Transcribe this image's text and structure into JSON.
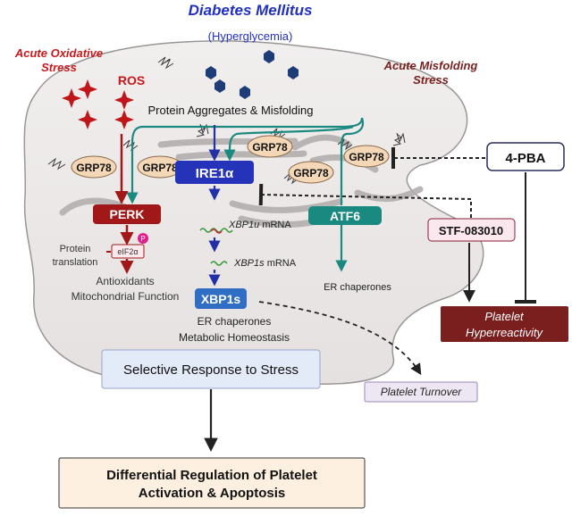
{
  "header": {
    "disease": "Diabetes Mellitus",
    "condition": "(Hyperglycemia)"
  },
  "stress": {
    "oxidative_line1": "Acute Oxidative",
    "oxidative_line2": "Stress",
    "misfolding_line1": "Acute Misfolding",
    "misfolding_line2": "Stress",
    "ros": "ROS",
    "aggregates": "Protein Aggregates & Misfolding"
  },
  "chaperones": {
    "grp78": "GRP78"
  },
  "sensors": {
    "perk": "PERK",
    "ire1": "IRE1α",
    "atf6": "ATF6"
  },
  "perk_branch": {
    "protein_translation_line1": "Protein",
    "protein_translation_line2": "translation",
    "eif2a": "eIF2α",
    "phospho": "P",
    "antioxidants": "Antioxidants",
    "mito_function": "Mitochondrial Function"
  },
  "ire1_branch": {
    "xbp1u": "XBP1u",
    "xbp1s": "XBP1s",
    "mrna": "mRNA",
    "xbp1s_box": "XBP1s",
    "er_chaperones": "ER chaperones",
    "metabolic": "Metabolic Homeostasis"
  },
  "atf6_branch": {
    "er_chaperones": "ER chaperones"
  },
  "response": {
    "selective": "Selective Response to Stress",
    "turnover": "Platelet Turnover",
    "final_line1": "Differential Regulation of Platelet",
    "final_line2": "Activation & Apoptosis"
  },
  "inhibitors": {
    "pba": "4-PBA",
    "stf": "STF-083010"
  },
  "outcome": {
    "line1": "Platelet",
    "line2": "Hyperreactivity"
  },
  "colors": {
    "dark_red": "#a01818",
    "blue": "#2230a8",
    "teal": "#1a8a80",
    "grp_fill": "#f3d7b6",
    "cell_fill": "#ece8e8",
    "maroon": "#7a1e1e"
  }
}
